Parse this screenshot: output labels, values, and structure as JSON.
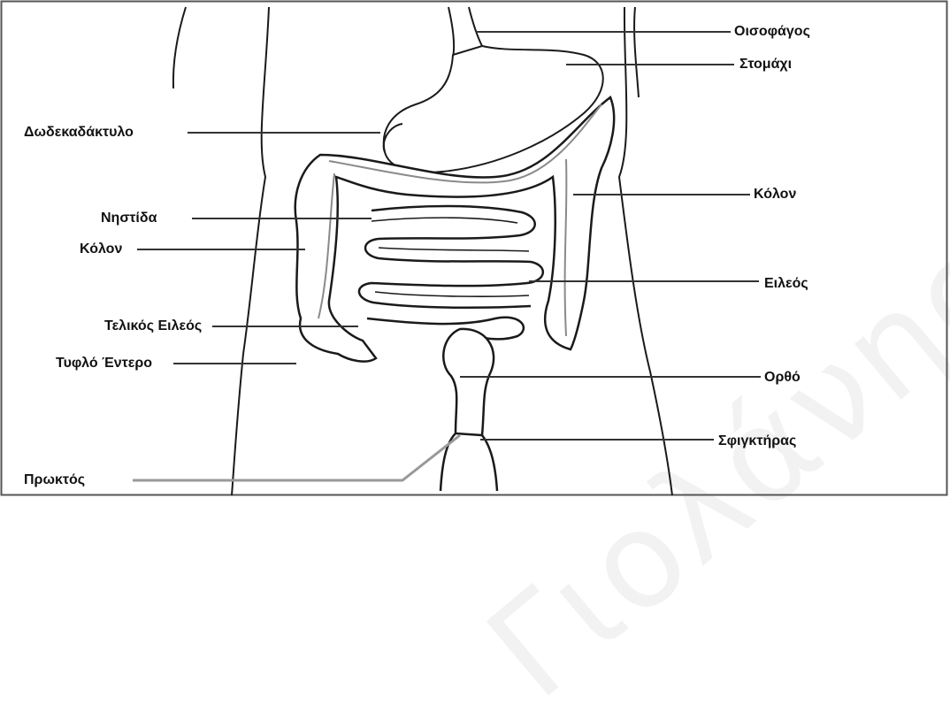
{
  "labels": {
    "oisofagos": "Οισοφάγος",
    "stomachi": "Στομάχι",
    "dodekadaktylo": "Δωδεκαδάκτυλο",
    "kolon_right": "Κόλον",
    "nistida": "Νηστίδα",
    "kolon_left": "Κόλον",
    "eileos": "Ειλεός",
    "telikos_eileos": "Τελικός Ειλεός",
    "tyflo_entero": "Τυφλό Έντερο",
    "ortho": "Ορθό",
    "sfigktiras": "Σφιγκτήρας",
    "proktos": "Πρωκτός"
  },
  "watermark": "Γιολάνης",
  "colors": {
    "line": "#1a1a1a",
    "leader": "#333333",
    "colon_band": "#8a8a8a",
    "background": "#ffffff"
  }
}
